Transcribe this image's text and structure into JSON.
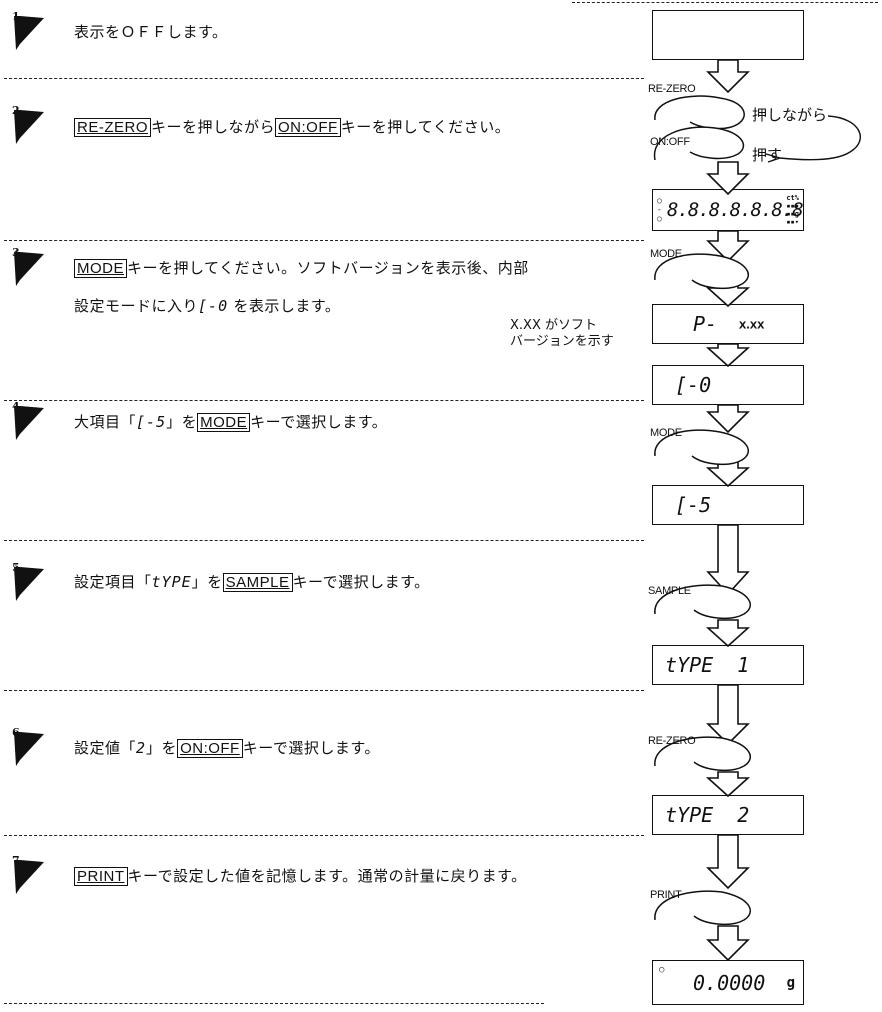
{
  "steps": [
    {
      "num": "1",
      "parts": [
        {
          "t": "表示をＯＦＦします。"
        }
      ]
    },
    {
      "num": "2",
      "parts": [
        {
          "k": "RE-ZERO"
        },
        {
          "t": "キーを押しながら"
        },
        {
          "k": "ON:OFF"
        },
        {
          "t": "キーを押してください。"
        }
      ]
    },
    {
      "num": "3",
      "parts": [
        {
          "k": "MODE"
        },
        {
          "t": "キーを押してください。ソフトバージョンを表示後、内部"
        }
      ],
      "line2": [
        {
          "t": "設定モードに入り"
        },
        {
          "s": "[-0"
        },
        {
          "t": " を表示します。"
        }
      ]
    },
    {
      "num": "4",
      "parts": [
        {
          "t": "大項目「"
        },
        {
          "s": "[-5"
        },
        {
          "t": "」を"
        },
        {
          "k": "MODE"
        },
        {
          "t": "キーで選択します。"
        }
      ]
    },
    {
      "num": "5",
      "parts": [
        {
          "t": "設定項目「"
        },
        {
          "s": "tYPE"
        },
        {
          "t": "」を"
        },
        {
          "k": "SAMPLE"
        },
        {
          "t": "キーで選択します。"
        }
      ]
    },
    {
      "num": "6",
      "parts": [
        {
          "t": "設定値「"
        },
        {
          "s": "2"
        },
        {
          "t": "」を"
        },
        {
          "k": "ON:OFF"
        },
        {
          "t": "キーで選択します。"
        }
      ]
    },
    {
      "num": "7",
      "parts": [
        {
          "k": "PRINT"
        },
        {
          "t": "キーで設定した値を記憶します。通常の計量に戻ります。"
        }
      ]
    }
  ],
  "displays": {
    "full": "8.8.8.8.8.8.8",
    "version": "P-",
    "version_value": "x.xx",
    "c0": "[-0",
    "c5": "[-5",
    "type1": "tYPE  1",
    "type2": "tYPE  2",
    "final": "0.0000",
    "final_unit": "g"
  },
  "keys": {
    "rezero": "RE-ZERO",
    "onoff": "ON:OFF",
    "mode": "MODE",
    "sample": "SAMPLE",
    "rezero2": "RE-ZERO",
    "print": "PRINT"
  },
  "annotations": {
    "hold": "押しながら",
    "press": "押す",
    "version_note_1": "X.XX がソフト",
    "version_note_2": "バージョンを示す"
  }
}
